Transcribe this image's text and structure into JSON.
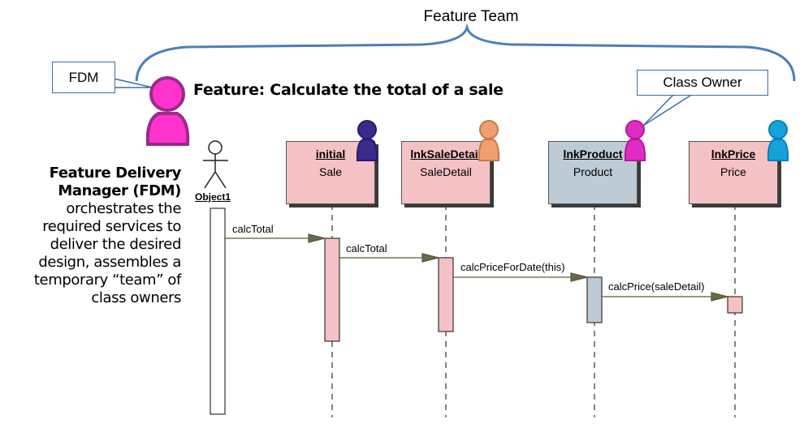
{
  "team_label": "Feature Team",
  "feature_title": "Feature: Calculate the total of a sale",
  "fdm_callout": "FDM",
  "class_owner_callout": "Class Owner",
  "fdm_description": {
    "title": "Feature Delivery Manager (FDM)",
    "body": "orchestrates the required services to deliver the desired design, assembles a temporary “team” of class owners"
  },
  "actor": {
    "label": "Object1"
  },
  "objects": [
    {
      "name": "initial",
      "class": "Sale",
      "fill": "#f4c2c4",
      "owner_color": "#3a2a8c"
    },
    {
      "name": "lnkSaleDetail",
      "class": "SaleDetail",
      "fill": "#f4c2c4",
      "owner_color": "#f0a070"
    },
    {
      "name": "lnkProduct",
      "class": "Product",
      "fill": "#bccbd6",
      "owner_color": "#e12bc1"
    },
    {
      "name": "lnkPrice",
      "class": "Price",
      "fill": "#f4c2c4",
      "owner_color": "#12a3db"
    }
  ],
  "messages": [
    {
      "label": "calcTotal"
    },
    {
      "label": "calcTotal"
    },
    {
      "label": "calcPriceForDate(this)"
    },
    {
      "label": "calcPrice(saleDetail)"
    }
  ],
  "colors": {
    "fdm_person": "#ff33cc",
    "brace": "#4a7ebb",
    "message_line": "#5a5a3a"
  }
}
